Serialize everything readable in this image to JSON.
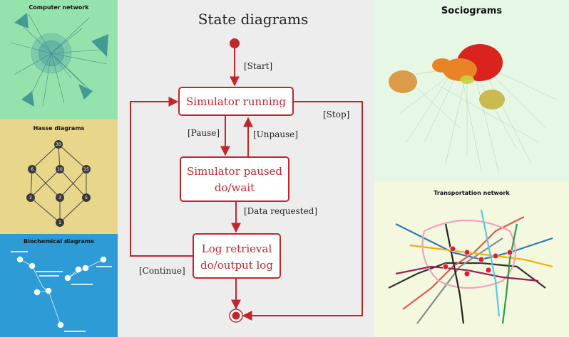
{
  "panels": {
    "computer_network": {
      "title": "Computer network"
    },
    "hasse": {
      "title": "Hasse diagrams",
      "nodes": [
        "30",
        "6",
        "10",
        "15",
        "2",
        "3",
        "5",
        "1"
      ]
    },
    "biochemical": {
      "title": "Biochemical diagrams"
    },
    "state": {
      "title": "State diagrams",
      "states": {
        "running": "Simulator running",
        "paused_line1": "Simulator paused",
        "paused_line2": "do/wait",
        "log_line1": "Log retrieval",
        "log_line2": "do/output log"
      },
      "transitions": {
        "start": "[Start]",
        "stop": "[Stop]",
        "pause": "[Pause]",
        "unpause": "[Unpause]",
        "data_requested": "[Data requested]",
        "continue": "[Continue]"
      }
    },
    "sociograms": {
      "title": "Sociograms"
    },
    "transportation": {
      "title": "Transportation network"
    }
  },
  "colors": {
    "state_red": "#c0272d",
    "state_node_fill": "#ffffff",
    "network_bg": "#96e2ac",
    "hasse_bg": "#e8d78a",
    "biochem_bg": "#2d9bd5",
    "socio_bg": "#e6f7e6",
    "transport_bg": "#f4f8df"
  }
}
